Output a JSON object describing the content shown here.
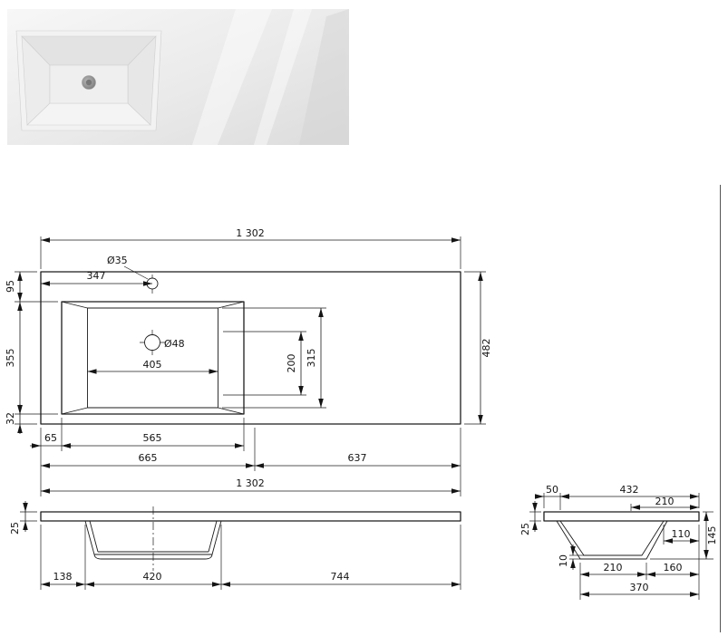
{
  "sheet": {
    "background": "#ffffff",
    "line_color": "#1c1c1c"
  },
  "photo": {
    "description": "washbasin-product-photo"
  },
  "top_view": {
    "overall_width": "1 302",
    "faucet_hole_dia": "Ø35",
    "faucet_offset": "347",
    "back_edge_to_basin": "95",
    "basin_depth_outer": "355",
    "basin_to_front": "32",
    "counter_depth": "482",
    "drain_dia": "Ø48",
    "basin_bottom_width": "405",
    "basin_bottom_depth": "200",
    "basin_opening_depth": "315",
    "left_to_basin": "65",
    "basin_opening_width": "565",
    "basin_section_width": "665",
    "counter_section_width": "637",
    "overall_width_bottom": "1 302"
  },
  "front_view": {
    "thickness": "25",
    "left_to_basin": "138",
    "basin_width": "420",
    "basin_to_right": "744"
  },
  "side_view": {
    "back_overhang": "50",
    "front_section": "432",
    "top_front_section": "210",
    "thickness": "25",
    "total_height": "145",
    "opening_to_front": "110",
    "bottom_thickness": "10",
    "bottom_width": "210",
    "bottom_to_front": "160",
    "bottom_overall": "370"
  }
}
